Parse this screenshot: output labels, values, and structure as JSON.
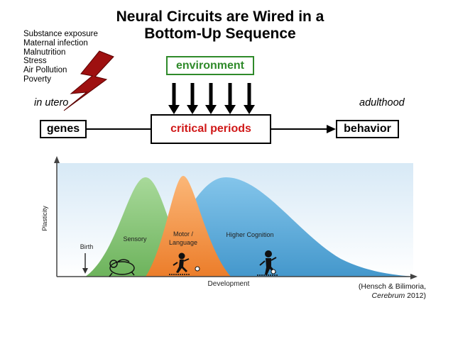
{
  "title": {
    "line1": "Neural Circuits are Wired in a",
    "line2": "Bottom-Up Sequence"
  },
  "risk_factors": [
    "Substance exposure",
    "Maternal infection",
    "Malnutrition",
    "Stress",
    "Air Pollution",
    "Poverty"
  ],
  "environment_label": "environment",
  "timeline": {
    "start": "in utero",
    "end": "adulthood"
  },
  "stages": {
    "genes": "genes",
    "critical": "critical periods",
    "behavior": "behavior"
  },
  "chart_data": {
    "type": "area",
    "ylabel": "Plasticity",
    "xlabel": "Development",
    "series": [
      {
        "name": "Sensory",
        "color": "#8cc97c"
      },
      {
        "name": "Motor / Language",
        "color": "#f39a4a"
      },
      {
        "name": "Higher Cognition",
        "color": "#5aaedb"
      }
    ],
    "annotations": {
      "birth": "Birth"
    }
  },
  "citation": {
    "line1": "(Hensch & Bilimoria,",
    "journal": "Cerebrum",
    "year": "2012)"
  },
  "colors": {
    "environment": "#2f8a2a",
    "critical": "#d01818",
    "lightning": "#9e1010"
  }
}
